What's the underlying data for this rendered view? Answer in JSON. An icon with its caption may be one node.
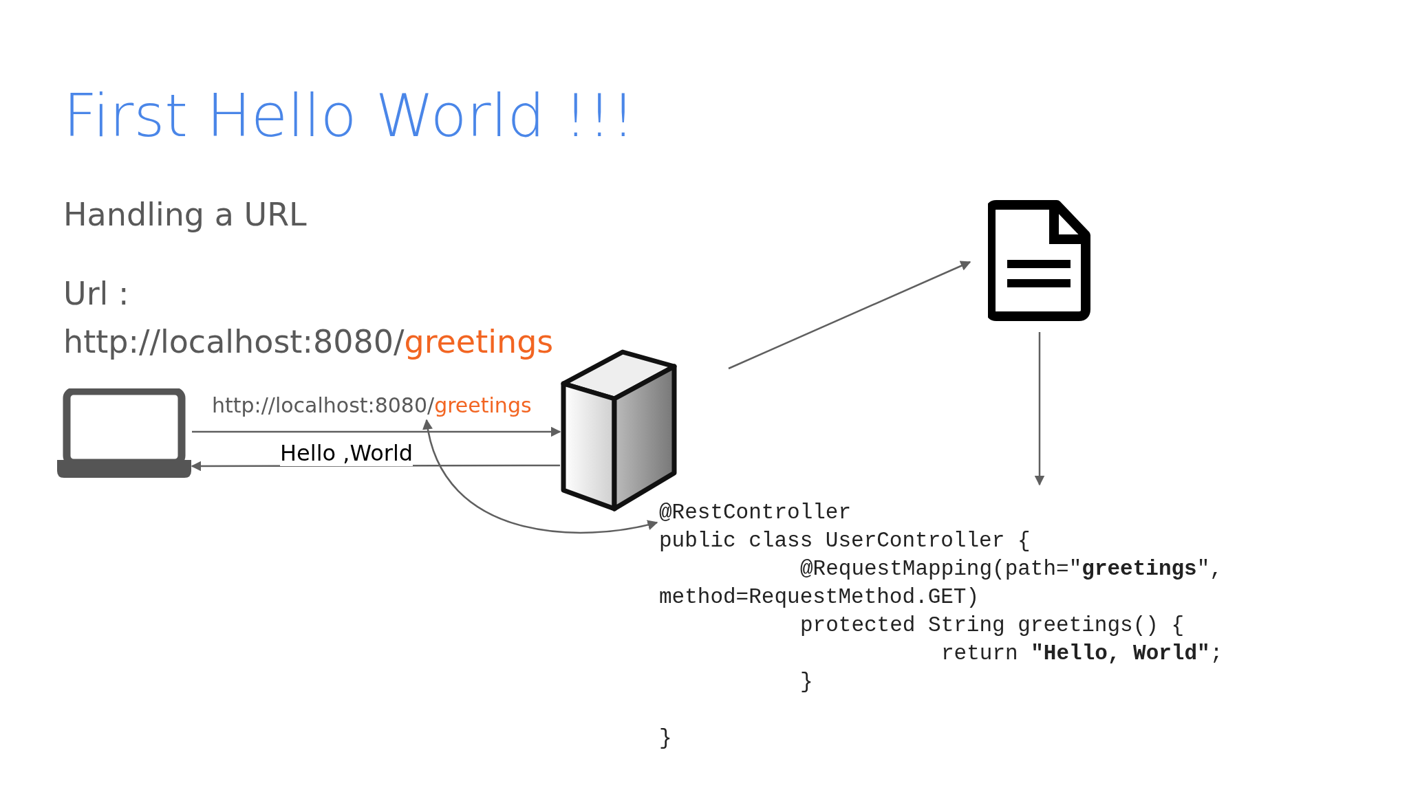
{
  "diagram": {
    "title": "First Hello World !!!",
    "nodes": [
      {
        "text": [],
        "shape": "laptop"
      },
      {
        "text": [],
        "shape": "server"
      },
      {
        "text": [],
        "shape": "document"
      },
      {
        "text": [
          "@RestController",
          "public class UserController {",
          "@RequestMapping(path=\"**greetings**\",",
          "method=RequestMethod.GET)",
          "protected String greetings() {",
          "return **\"Hello, World\"**;",
          "}",
          "}"
        ]
      },
      {
        "text": [
          "http://localhost:8080/greetings"
        ]
      }
    ],
    "edges": [
      {
        "from": 0,
        "to": 1,
        "arrow": "to"
      },
      {
        "from": 1,
        "to": 0,
        "arrow": "to",
        "label": "Hello ,World"
      },
      {
        "from": 1,
        "to": 2,
        "arrow": "to"
      },
      {
        "from": 2,
        "to": 3,
        "arrow": "to"
      },
      {
        "from": 4,
        "to": 3,
        "arrow": "both"
      }
    ],
    "labels": [
      "Handling a URL",
      "Url :",
      "http://localhost:8080/greetings"
    ]
  }
}
